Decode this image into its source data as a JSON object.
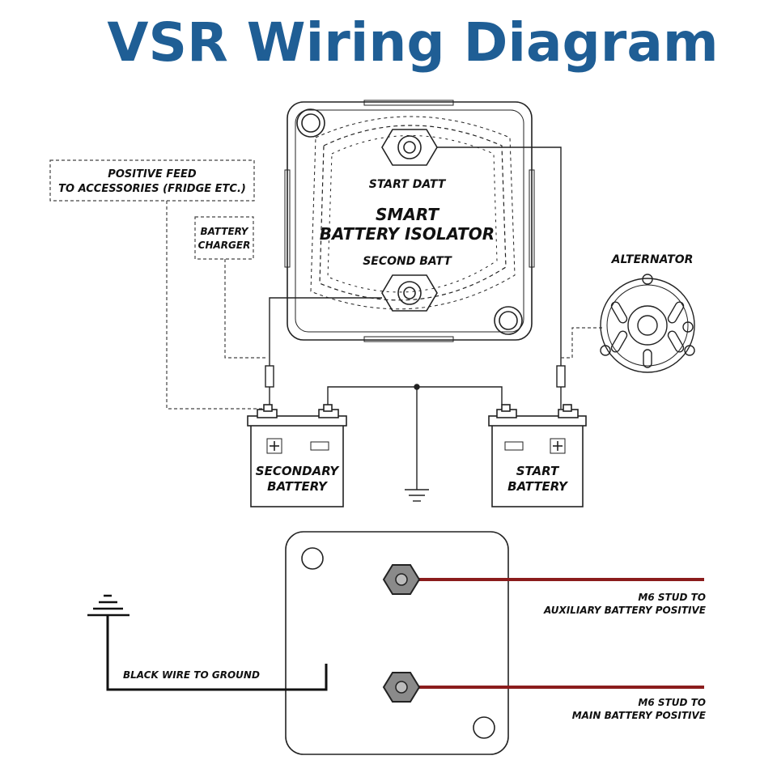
{
  "title": "VSR Wiring Diagram",
  "isolator": {
    "start_label": "START DATT",
    "name_line1": "SMART",
    "name_line2": "BATTERY ISOLATOR",
    "second_label": "SECOND BATT"
  },
  "labels": {
    "positive_feed_line1": "POSITIVE FEED",
    "positive_feed_line2": "TO ACCESSORIES (FRIDGE ETC.)",
    "charger_line1": "BATTERY",
    "charger_line2": "CHARGER",
    "alternator": "ALTERNATOR"
  },
  "batteries": {
    "secondary_line1": "SECONDARY",
    "secondary_line2": "BATTERY",
    "start_line1": "START",
    "start_line2": "BATTERY"
  },
  "module": {
    "aux_line1": "M6 STUD TO",
    "aux_line2": "AUXILIARY BATTERY POSITIVE",
    "main_line1": "M6 STUD TO",
    "main_line2": "MAIN BATTERY POSITIVE",
    "ground_label": "BLACK WIRE TO GROUND"
  },
  "colors": {
    "title": "#1f5e95",
    "wire_red": "#8b1c1c",
    "wire_black": "#111111"
  }
}
